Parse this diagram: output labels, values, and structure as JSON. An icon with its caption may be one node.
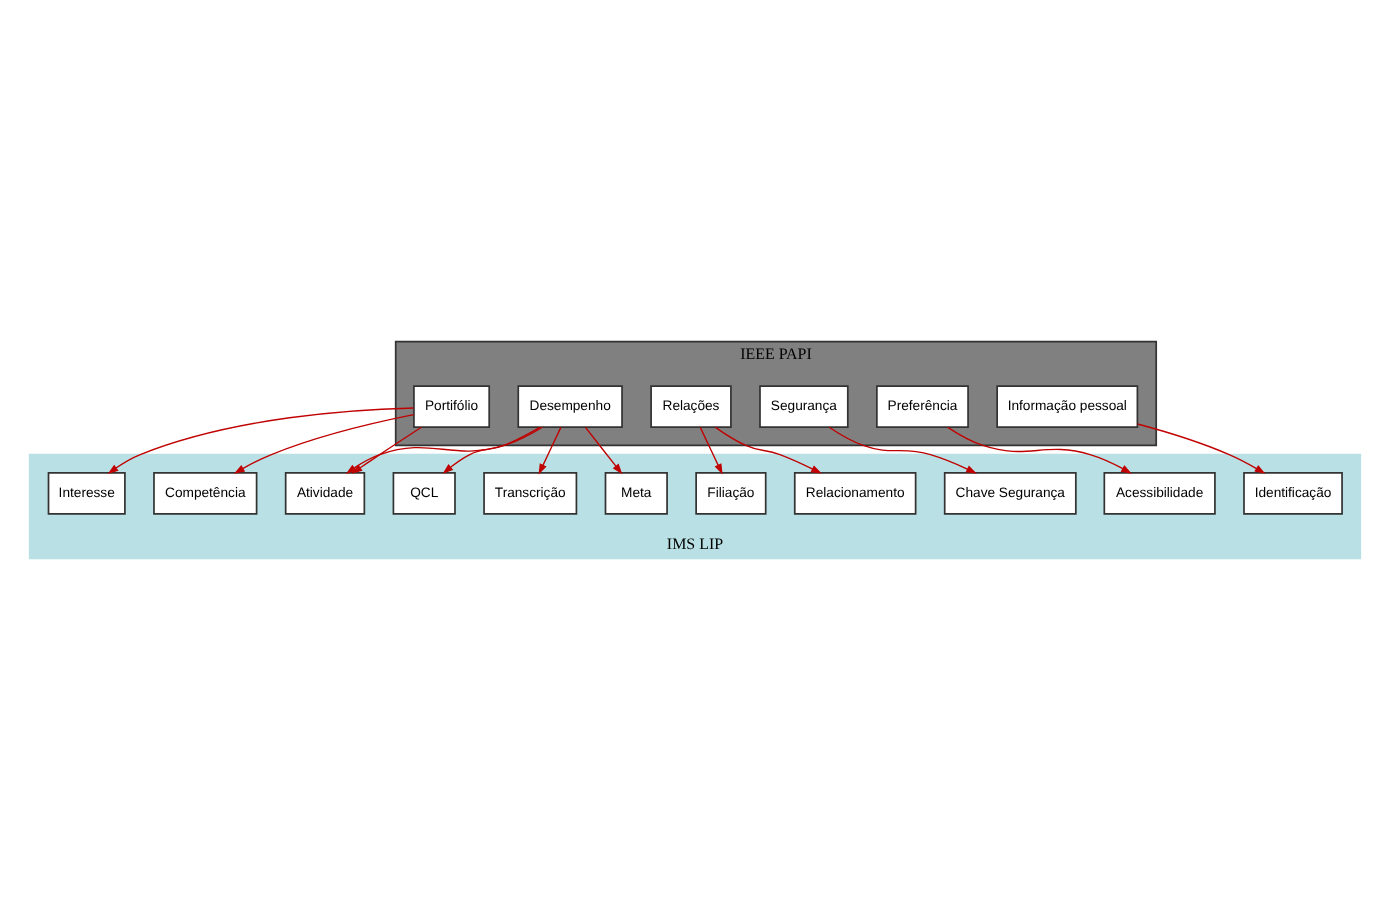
{
  "diagram": {
    "nodes": [
      {
        "text": [
          "IEEE PAPI"
        ]
      },
      {
        "text": [
          "Informação pessoal"
        ],
        "in": 0
      },
      {
        "text": [
          "Preferência"
        ],
        "in": 0
      },
      {
        "text": [
          "Segurança"
        ],
        "in": 0
      },
      {
        "text": [
          "Relações"
        ],
        "in": 0
      },
      {
        "text": [
          "Desempenho"
        ],
        "in": 0
      },
      {
        "text": [
          "Portifólio"
        ],
        "in": 0
      },
      {
        "text": [
          "IMS LIP"
        ]
      },
      {
        "text": [
          "Identificação"
        ],
        "in": 7
      },
      {
        "text": [
          "Acessibilidade"
        ],
        "in": 7
      },
      {
        "text": [
          "Chave Segurança"
        ],
        "in": 7
      },
      {
        "text": [
          "Filiação"
        ],
        "in": 7
      },
      {
        "text": [
          "Transcrição"
        ],
        "in": 7
      },
      {
        "text": [
          "Relacionamento"
        ],
        "in": 7
      },
      {
        "text": [
          "Meta"
        ],
        "in": 7
      },
      {
        "text": [
          "QCL"
        ],
        "in": 7
      },
      {
        "text": [
          "Atividade"
        ],
        "in": 7
      },
      {
        "text": [
          "Interesse"
        ],
        "in": 7
      },
      {
        "text": [
          "Competência"
        ],
        "in": 7
      }
    ],
    "edges": [
      {
        "from": 1,
        "to": 8,
        "arrow": "to"
      },
      {
        "from": 2,
        "to": 9,
        "arrow": "to"
      },
      {
        "from": 3,
        "to": 10,
        "arrow": "to"
      },
      {
        "from": 4,
        "to": 11,
        "arrow": "to"
      },
      {
        "from": 4,
        "to": 13,
        "arrow": "to"
      },
      {
        "from": 5,
        "to": 12,
        "arrow": "to"
      },
      {
        "from": 5,
        "to": 14,
        "arrow": "to"
      },
      {
        "from": 5,
        "to": 15,
        "arrow": "to"
      },
      {
        "from": 5,
        "to": 16,
        "arrow": "to"
      },
      {
        "from": 6,
        "to": 16,
        "arrow": "to"
      },
      {
        "from": 6,
        "to": 17,
        "arrow": "to"
      },
      {
        "from": 6,
        "to": 18,
        "arrow": "to"
      }
    ]
  }
}
